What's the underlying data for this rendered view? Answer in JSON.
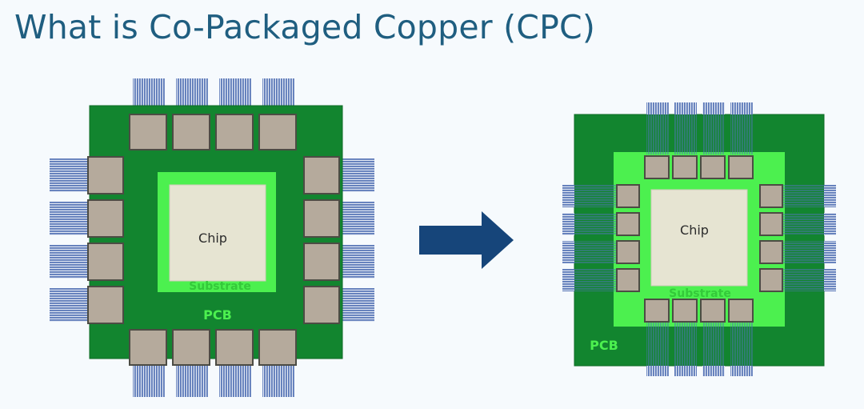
{
  "title": "What is Co-Packaged Copper (CPC)",
  "left": {
    "chip_label": "Chip",
    "substrate_label": "Substrate",
    "pcb_label": "PCB"
  },
  "right": {
    "chip_label": "Chip",
    "substrate_label": "Substrate",
    "pcb_label": "PCB"
  },
  "colors": {
    "pcb": "#12852f",
    "substrate": "#4cf04f",
    "chip": "#e6e4d2",
    "connector": "#b5aa9c",
    "cable": "#5c79b8",
    "arrow": "#16457a",
    "title": "#1f5e80"
  },
  "icons": {
    "arrow": "right-arrow-icon"
  }
}
